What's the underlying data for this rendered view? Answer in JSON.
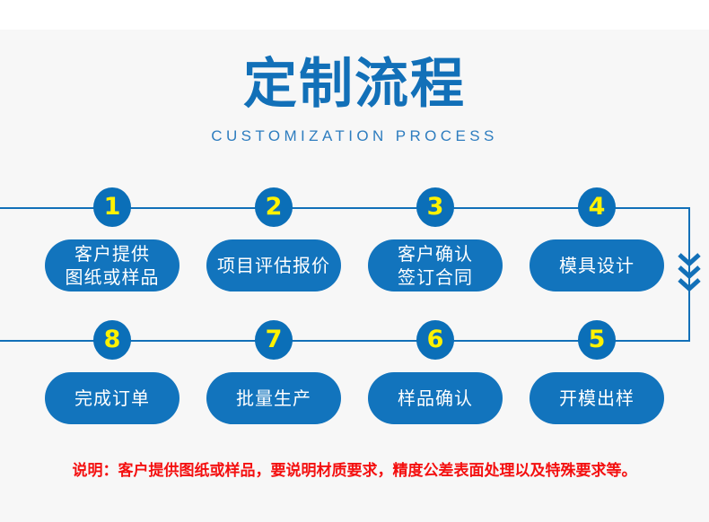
{
  "header": {
    "title_cn": "定制流程",
    "title_en": "CUSTOMIZATION PROCESS",
    "title_color": "#1270b8",
    "subtitle_color": "#2e7dbf"
  },
  "theme": {
    "page_background": "#ffffff",
    "panel_background": "#f7f7f7",
    "line_color": "#1270b8",
    "badge_fill": "#0b6fb8",
    "badge_number_color": "#fff200",
    "pill_fill": "#1274bd",
    "pill_text_color": "#ffffff",
    "note_color": "#f41010"
  },
  "flow": {
    "top_row": [
      {
        "number": "1",
        "label": "客户提供\n图纸或样品"
      },
      {
        "number": "2",
        "label": "项目评估报价"
      },
      {
        "number": "3",
        "label": "客户确认\n签订合同"
      },
      {
        "number": "4",
        "label": "模具设计"
      }
    ],
    "bottom_row": [
      {
        "number": "8",
        "label": "完成订单"
      },
      {
        "number": "7",
        "label": "批量生产"
      },
      {
        "number": "6",
        "label": "样品确认"
      },
      {
        "number": "5",
        "label": "开模出样"
      }
    ],
    "arrow_icon": "double-chevron-down-icon"
  },
  "footer": {
    "note": "说明：客户提供图纸或样品，要说明材质要求，精度公差表面处理以及特殊要求等。"
  }
}
